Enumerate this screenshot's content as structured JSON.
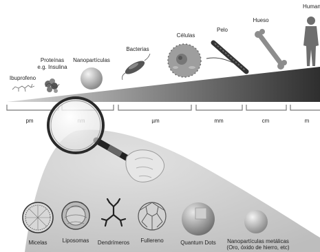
{
  "scale_items": [
    {
      "name": "ibuprofen",
      "label_lines": [
        "Ibuprofeno"
      ]
    },
    {
      "name": "proteins",
      "label_lines": [
        "Proteínas",
        "e.g. Insulina"
      ]
    },
    {
      "name": "nanoparticles",
      "label_lines": [
        "Nanopartículas"
      ]
    },
    {
      "name": "bacteria",
      "label_lines": [
        "Bacterias"
      ]
    },
    {
      "name": "cells",
      "label_lines": [
        "Células"
      ]
    },
    {
      "name": "hair",
      "label_lines": [
        "Pelo"
      ]
    },
    {
      "name": "bone",
      "label_lines": [
        "Hueso"
      ]
    },
    {
      "name": "human",
      "label_lines": [
        "Humano"
      ]
    }
  ],
  "units": [
    "pm",
    "nm",
    "µm",
    "mm",
    "cm",
    "m"
  ],
  "nano_types": [
    {
      "name": "micelles",
      "label_lines": [
        "Micelas"
      ]
    },
    {
      "name": "liposomes",
      "label_lines": [
        "Liposomas"
      ]
    },
    {
      "name": "dendrimers",
      "label_lines": [
        "Dendrímeros"
      ]
    },
    {
      "name": "fullerene",
      "label_lines": [
        "Fullereno"
      ]
    },
    {
      "name": "quantum-dots",
      "label_lines": [
        "Quantum Dots"
      ]
    },
    {
      "name": "metal-nanoparticles",
      "label_lines": [
        "Nanopartículas metálicas",
        "(Oro, óxido de hierro, etc)"
      ]
    }
  ],
  "icons": {
    "magnifier": "magnifying-glass-icon",
    "hand": "hand-icon"
  },
  "colors": {
    "wedge_dark": "#3a3a3a",
    "wedge_light": "#cfcfcf",
    "zoom_area": "#c9c9c9",
    "bracket": "#777777"
  }
}
